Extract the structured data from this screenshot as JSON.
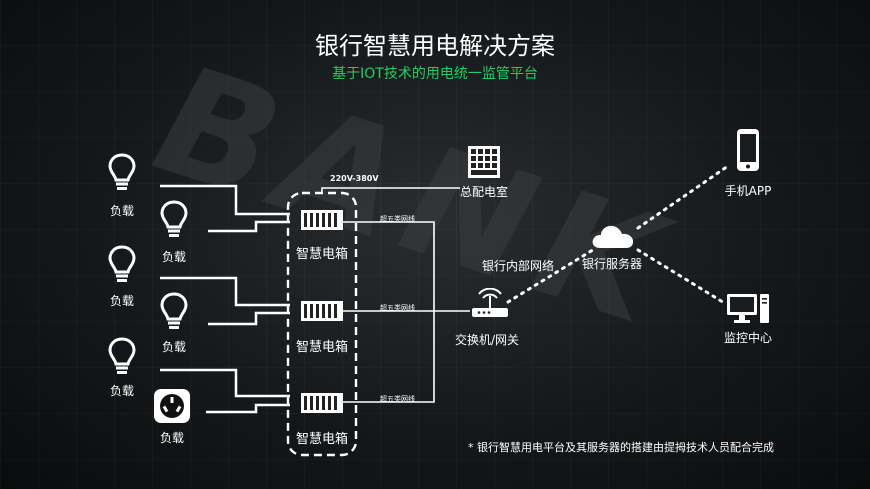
{
  "header": {
    "title": "银行智慧用电解决方案",
    "subtitle": "基于IOT技术的用电统一监管平台"
  },
  "loads": {
    "label": "负载"
  },
  "smart_box": {
    "label": "智慧电箱"
  },
  "voltage": "220V-380V",
  "cable": {
    "label": "超五类网线"
  },
  "nodes": {
    "distribution_room": "总配电室",
    "switch": "交换机/网关",
    "intranet": "银行内部网络",
    "server": "银行服务器",
    "mobile": "手机APP",
    "monitor": "监控中心"
  },
  "footnote": "* 银行智慧用电平台及其服务器的搭建由提拇技术人员配合完成",
  "background": {
    "watermark": "BANK"
  },
  "colors": {
    "accent": "#1dd160",
    "text": "#ffffff",
    "line": "#ffffff"
  }
}
